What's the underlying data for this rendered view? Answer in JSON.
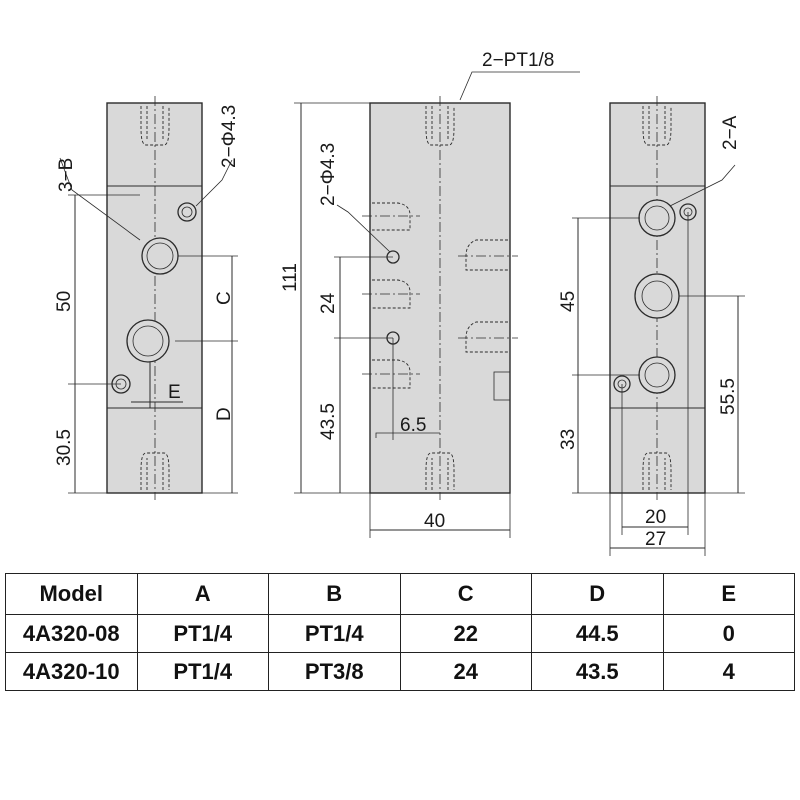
{
  "labels": {
    "left_3b": "3−B",
    "left_phi": "2−Φ4.3",
    "left_50": "50",
    "left_30_5": "30.5",
    "left_c": "C",
    "left_d": "D",
    "left_e": "E",
    "mid_pt": "2−PT1/8",
    "mid_phi": "2−Φ4.3",
    "mid_111": "111",
    "mid_24": "24",
    "mid_43_5": "43.5",
    "mid_6_5": "6.5",
    "mid_40": "40",
    "right_2a": "2−A",
    "right_45": "45",
    "right_33": "33",
    "right_55_5": "55.5",
    "right_20": "20",
    "right_27": "27"
  },
  "table": {
    "headers": [
      "Model",
      "A",
      "B",
      "C",
      "D",
      "E"
    ],
    "rows": [
      [
        "4A320-08",
        "PT1/4",
        "PT1/4",
        "22",
        "44.5",
        "0"
      ],
      [
        "4A320-10",
        "PT1/4",
        "PT3/8",
        "24",
        "43.5",
        "4"
      ]
    ]
  }
}
